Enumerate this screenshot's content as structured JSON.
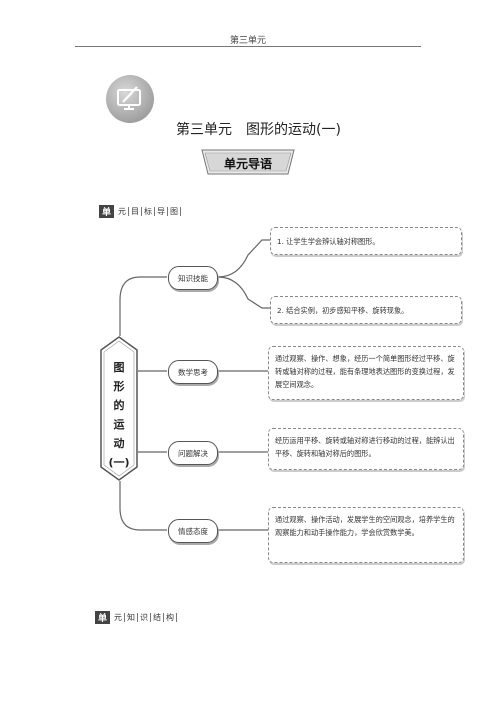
{
  "header": {
    "running_title": "第三单元"
  },
  "unit": {
    "title": "第三单元　图形的运动(一)",
    "icon": "monitor-pen-icon",
    "guide_label": "单元导语"
  },
  "sections": {
    "goals": {
      "badge": "单",
      "parts": [
        "元",
        "目",
        "标",
        "导",
        "图"
      ]
    },
    "structure": {
      "badge": "单",
      "parts": [
        "元",
        "知",
        "识",
        "结",
        "构"
      ]
    }
  },
  "mindmap": {
    "root_lines": [
      "图",
      "形",
      "的",
      "运",
      "动",
      "(一)"
    ],
    "branches": [
      {
        "label": "知识技能",
        "items": [
          "1. 让学生学会辨认轴对称图形。",
          "2. 结合实例，初步感知平移、旋转现象。"
        ]
      },
      {
        "label": "数学思考",
        "items": [
          "通过观察、操作、想象，经历一个简单图形经过平移、旋转或轴对称的过程，能有条理地表达图形的变换过程，发展空间观念。"
        ]
      },
      {
        "label": "问题解决",
        "items": [
          "经历运用平移、旋转或轴对称进行移动的过程，能辨认出平移、旋转和轴对称后的图形。"
        ]
      },
      {
        "label": "情感态度",
        "items": [
          "通过观察、操作活动，发展学生的空间观念，培养学生的观察能力和动手操作能力，学会欣赏数学美。"
        ]
      }
    ]
  }
}
